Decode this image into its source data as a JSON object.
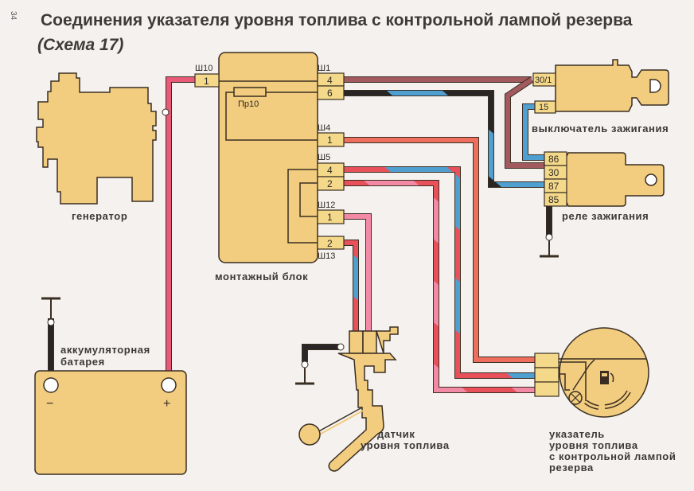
{
  "page_number": "34",
  "title": "Соединения указателя уровня топлива с контрольной лампой резерва",
  "subtitle": "(Схема 17)",
  "components": {
    "generator": {
      "label": "генератор"
    },
    "battery": {
      "label_line1": "аккумуляторная",
      "label_line2": "батарея",
      "minus": "−",
      "plus": "+"
    },
    "mounting_block": {
      "label": "монтажный блок",
      "fuse": "Пр10",
      "connectors": {
        "sh10": "Ш10",
        "sh1": "Ш1",
        "sh4": "Ш4",
        "sh5": "Ш5",
        "sh12": "Ш12",
        "sh13": "Ш13"
      },
      "pins": {
        "sh10_1": "1",
        "sh1_4": "4",
        "sh1_6": "6",
        "sh4_1": "1",
        "sh5_4": "4",
        "sh5_2": "2",
        "sh12_1": "1",
        "sh13_2": "2"
      }
    },
    "ignition_switch": {
      "label": "выключатель зажигания",
      "pins": [
        "30/1",
        "15"
      ]
    },
    "ignition_relay": {
      "label": "реле зажигания",
      "pins": [
        "86",
        "30",
        "87",
        "85"
      ]
    },
    "fuel_sensor": {
      "label_line1": "датчик",
      "label_line2": "уровня топлива"
    },
    "fuel_gauge": {
      "label_line1": "указатель",
      "label_line2": "уровня топлива",
      "label_line3": "с контрольной лампой",
      "label_line4": "резерва"
    }
  },
  "wire_colors": {
    "pink": "#e85a78",
    "brown": "#a35a5e",
    "blue": "#4f9fd0",
    "black": "#2a2626",
    "red": "#e8505a",
    "orange": "#ee6e5e",
    "light_pink": "#f28aa5"
  }
}
